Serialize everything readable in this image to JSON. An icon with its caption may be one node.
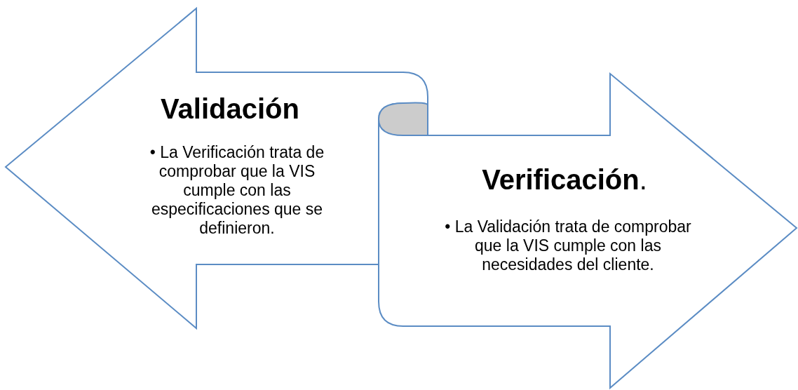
{
  "diagram": {
    "nodes": [
      {
        "text": [
          "Validación",
          "• La Verificación trata de comprobar que la VIS cumple con las especificaciones que se definieron."
        ]
      },
      {
        "text": [
          "**Verificación**.",
          "• La Validación trata de comprobar que la VIS cumple con las necesidades del cliente."
        ]
      }
    ]
  }
}
